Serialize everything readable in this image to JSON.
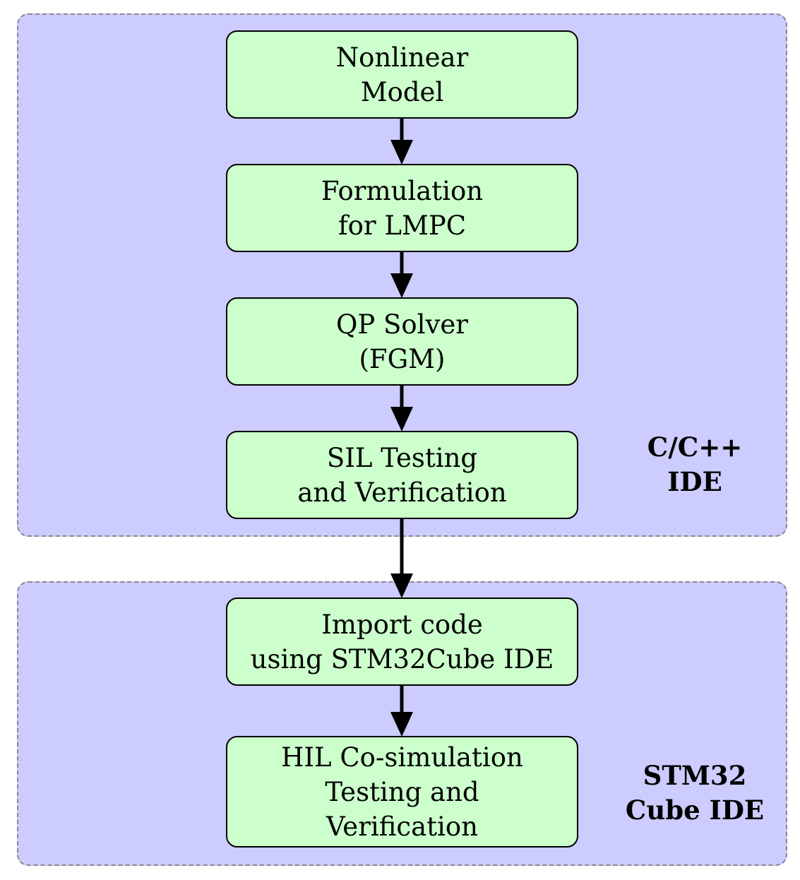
{
  "groups": {
    "ide": {
      "label_line1": "C/C++",
      "label_line2": "IDE"
    },
    "stm32": {
      "label_line1": "STM32",
      "label_line2": "Cube IDE"
    }
  },
  "steps": [
    {
      "line1": "Nonlinear",
      "line2": "Model"
    },
    {
      "line1": "Formulation",
      "line2": "for LMPC"
    },
    {
      "line1": "QP Solver",
      "line2": "(FGM)"
    },
    {
      "line1": "SIL Testing",
      "line2": "and Verification"
    },
    {
      "line1": "Import code",
      "line2": "using STM32Cube IDE"
    },
    {
      "line1": "HIL Co-simulation",
      "line2": "Testing and",
      "line3": "Verification"
    }
  ],
  "colors": {
    "group_fill": "#ccccff",
    "group_border": "#888888",
    "node_fill": "#ccffcc",
    "node_border": "#000000",
    "arrow": "#000000"
  }
}
